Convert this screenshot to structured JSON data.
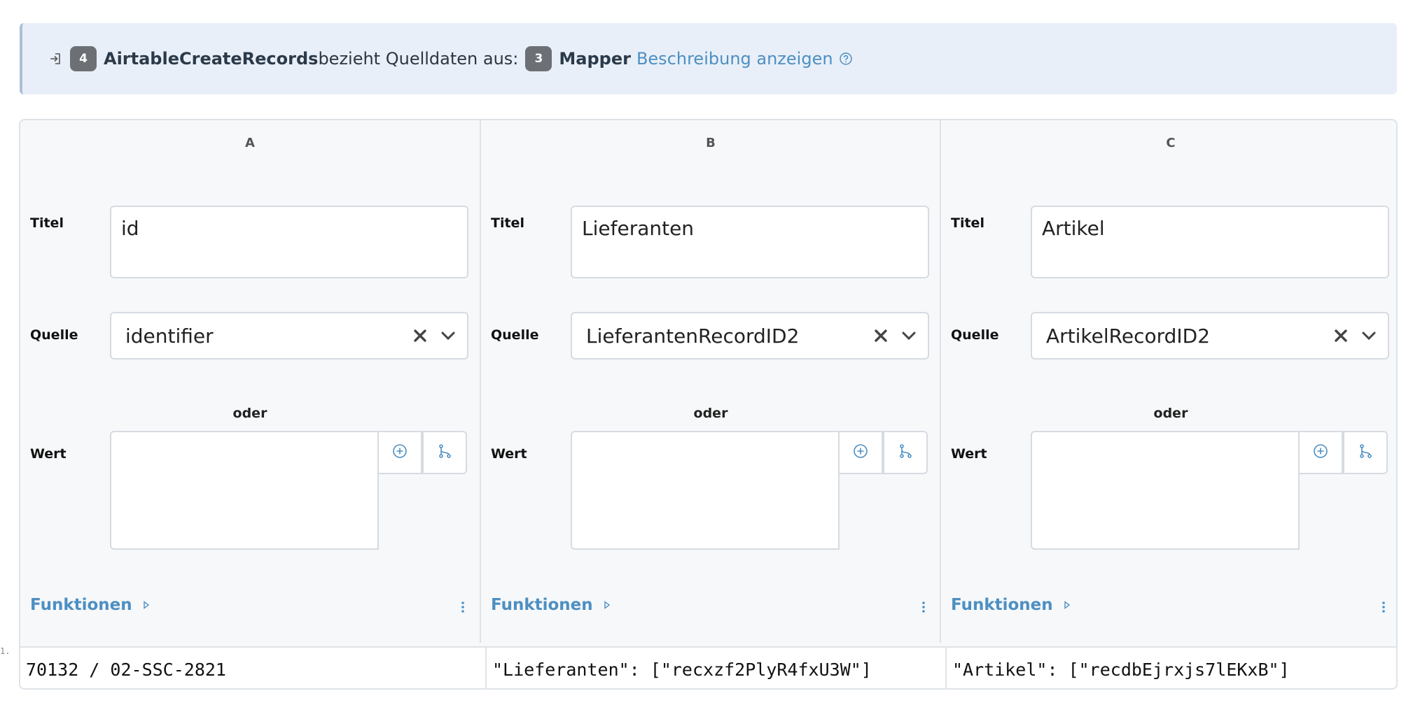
{
  "banner": {
    "target_step_number": "4",
    "target_step_name": "AirtableCreateRecords",
    "source_text": "bezieht Quelldaten aus:",
    "source_step_number": "3",
    "source_step_name": "Mapper",
    "description_link": "Beschreibung anzeigen",
    "icons": {
      "entry": "sign-in-icon",
      "help": "question-circle-icon"
    }
  },
  "labels": {
    "title": "Titel",
    "source": "Quelle",
    "or": "oder",
    "value": "Wert",
    "functions": "Funktionen"
  },
  "columns": [
    {
      "header": "A",
      "title": "id",
      "source": "identifier",
      "value": "",
      "result": "70132 / 02-SSC-2821"
    },
    {
      "header": "B",
      "title": "Lieferanten",
      "source": "LieferantenRecordID2",
      "value": "",
      "result": "\"Lieferanten\": [\"recxzf2PlyR4fxU3W\"]"
    },
    {
      "header": "C",
      "title": "Artikel",
      "source": "ArtikelRecordID2",
      "value": "",
      "result": "\"Artikel\": [\"recdbEjrxjs7lEKxB\"]"
    }
  ],
  "row_number": "1.",
  "colors": {
    "accent": "#4d8fc2",
    "badge": "#6c7075",
    "banner_bg": "#e9eff8"
  }
}
